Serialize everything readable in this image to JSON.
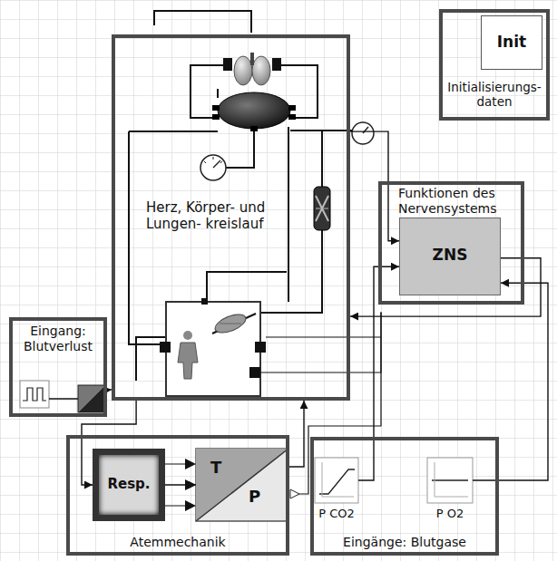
{
  "diagram": {
    "nodes": [
      {
        "text": [
          "Herz, Körper- und Lungen- kreislauf"
        ]
      },
      {
        "text": [
          "Funktionen des Nervensystems"
        ]
      },
      {
        "text": [
          "ZNS"
        ],
        "in": 1
      },
      {
        "text": [
          "Initialisierungs- daten"
        ]
      },
      {
        "text": [
          "Init"
        ],
        "in": 3
      },
      {
        "text": [
          "Eingang: Blutverlust"
        ]
      },
      {
        "text": [
          "Atemmechanik"
        ]
      },
      {
        "text": [
          "Resp."
        ],
        "in": 6
      },
      {
        "text": [
          "T",
          "P"
        ],
        "in": 6
      },
      {
        "text": [
          "Eingänge: Blutgase"
        ]
      },
      {
        "text": [
          "P CO2"
        ],
        "in": 9
      },
      {
        "text": [
          "P O2"
        ],
        "in": 9
      }
    ],
    "edges": [
      {
        "from": 10,
        "to": 2,
        "arrow": "to"
      },
      {
        "from": 11,
        "to": 2,
        "arrow": "to"
      },
      {
        "from": 2,
        "to": 0,
        "arrow": "to"
      },
      {
        "from": 8,
        "to": 0,
        "arrow": "to"
      },
      {
        "from": 5,
        "to": 0,
        "arrow": "to"
      },
      {
        "from": 0,
        "to": 7,
        "arrow": "to"
      },
      {
        "from": 7,
        "to": 8,
        "arrow": "to"
      },
      {
        "from": 0,
        "to": 2,
        "arrow": "to"
      }
    ]
  }
}
